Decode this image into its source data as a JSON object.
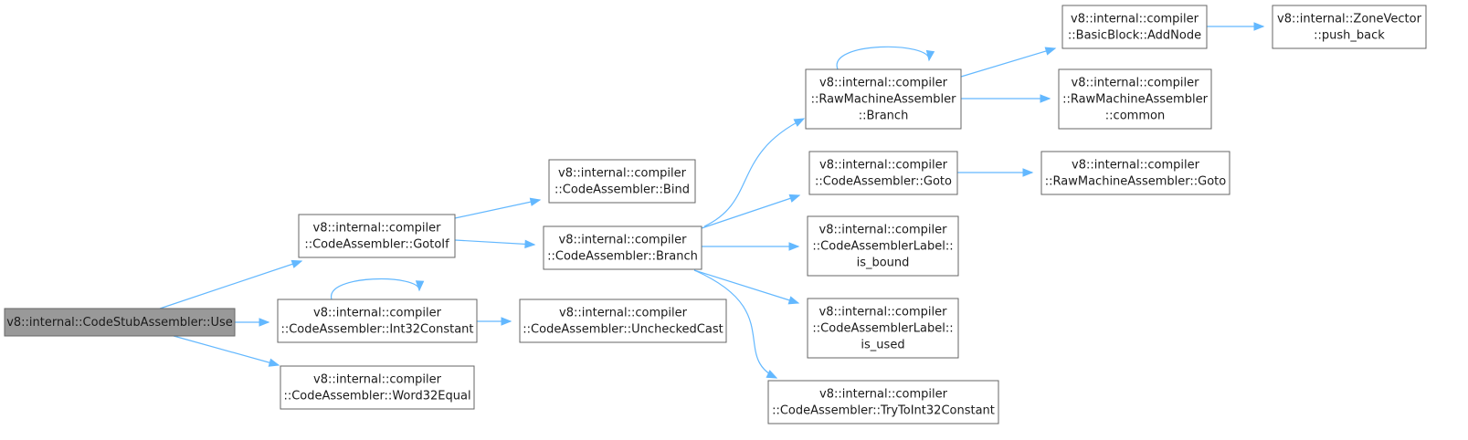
{
  "diagram": {
    "type": "call-graph",
    "nodes": [
      {
        "id": "use",
        "lines": [
          "v8::internal::CodeStubAssembler::Use"
        ],
        "root": true
      },
      {
        "id": "gotoif",
        "lines": [
          "v8::internal::compiler",
          "::CodeAssembler::GotoIf"
        ]
      },
      {
        "id": "int32const",
        "lines": [
          "v8::internal::compiler",
          "::CodeAssembler::Int32Constant"
        ]
      },
      {
        "id": "word32equal",
        "lines": [
          "v8::internal::compiler",
          "::CodeAssembler::Word32Equal"
        ]
      },
      {
        "id": "bind",
        "lines": [
          "v8::internal::compiler",
          "::CodeAssembler::Bind"
        ]
      },
      {
        "id": "branch",
        "lines": [
          "v8::internal::compiler",
          "::CodeAssembler::Branch"
        ]
      },
      {
        "id": "uncheckedcast",
        "lines": [
          "v8::internal::compiler",
          "::CodeAssembler::UncheckedCast"
        ]
      },
      {
        "id": "rma_branch",
        "lines": [
          "v8::internal::compiler",
          "::RawMachineAssembler",
          "::Branch"
        ]
      },
      {
        "id": "ca_goto",
        "lines": [
          "v8::internal::compiler",
          "::CodeAssembler::Goto"
        ]
      },
      {
        "id": "is_bound",
        "lines": [
          "v8::internal::compiler",
          "::CodeAssemblerLabel::",
          "is_bound"
        ]
      },
      {
        "id": "is_used",
        "lines": [
          "v8::internal::compiler",
          "::CodeAssemblerLabel::",
          "is_used"
        ]
      },
      {
        "id": "trytoint32",
        "lines": [
          "v8::internal::compiler",
          "::CodeAssembler::TryToInt32Constant"
        ]
      },
      {
        "id": "addnode",
        "lines": [
          "v8::internal::compiler",
          "::BasicBlock::AddNode"
        ]
      },
      {
        "id": "common",
        "lines": [
          "v8::internal::compiler",
          "::RawMachineAssembler",
          "::common"
        ]
      },
      {
        "id": "rma_goto",
        "lines": [
          "v8::internal::compiler",
          "::RawMachineAssembler::Goto"
        ]
      },
      {
        "id": "pushback",
        "lines": [
          "v8::internal::ZoneVector",
          "::push_back"
        ]
      }
    ],
    "edges": [
      [
        "use",
        "gotoif"
      ],
      [
        "use",
        "int32const"
      ],
      [
        "use",
        "word32equal"
      ],
      [
        "gotoif",
        "bind"
      ],
      [
        "gotoif",
        "branch"
      ],
      [
        "int32const",
        "int32const"
      ],
      [
        "int32const",
        "uncheckedcast"
      ],
      [
        "branch",
        "rma_branch"
      ],
      [
        "branch",
        "ca_goto"
      ],
      [
        "branch",
        "is_bound"
      ],
      [
        "branch",
        "is_used"
      ],
      [
        "branch",
        "trytoint32"
      ],
      [
        "rma_branch",
        "rma_branch"
      ],
      [
        "rma_branch",
        "addnode"
      ],
      [
        "rma_branch",
        "common"
      ],
      [
        "ca_goto",
        "rma_goto"
      ],
      [
        "addnode",
        "pushback"
      ]
    ],
    "colors": {
      "edge": "#63b8ff",
      "border": "#666666",
      "root_fill": "#999999"
    }
  }
}
